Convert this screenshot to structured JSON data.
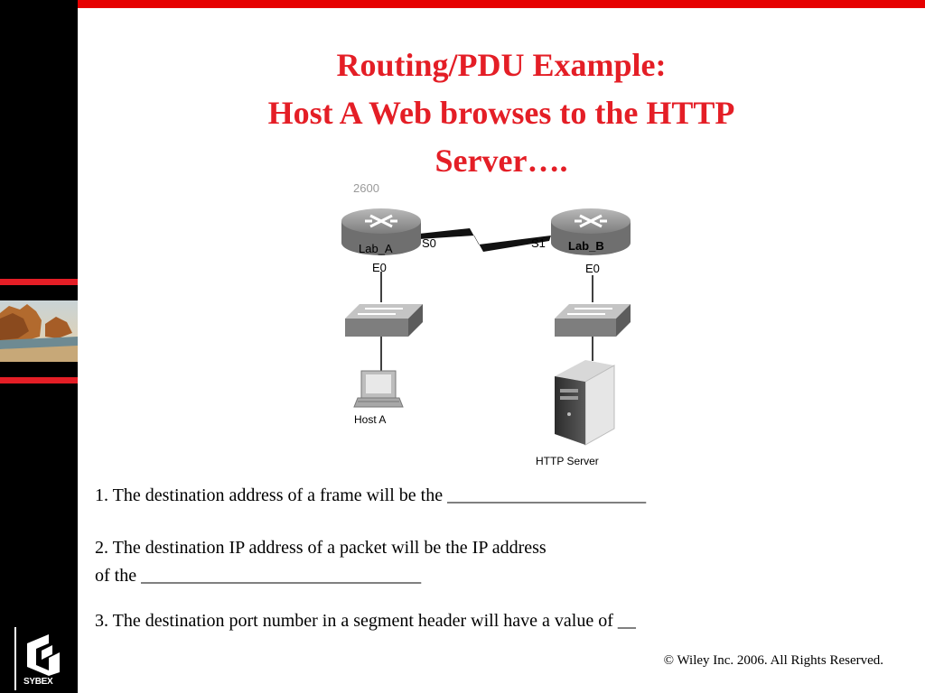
{
  "title": {
    "line1": "Routing/PDU Example:",
    "line2": "Host A Web browses to the HTTP",
    "line3": "Server…."
  },
  "diagram": {
    "model_label": "2600",
    "router_a": {
      "name": "Lab_A",
      "serial_port": "S0",
      "ethernet_port": "E0"
    },
    "router_b": {
      "name": "Lab_B",
      "serial_port": "S1",
      "ethernet_port": "E0"
    },
    "host_label": "Host A",
    "server_label": "HTTP Server"
  },
  "questions": {
    "q1": "1. The destination address of a frame will be the ______________________",
    "q2_line1": "2. The destination IP address of a packet will be the IP address",
    "q2_line2": "of the _______________________________",
    "q3": "3. The destination port number in a segment header will have a value of __"
  },
  "footer": {
    "copyright": "© Wiley Inc. 2006. All Rights Reserved."
  },
  "logo": {
    "text": "SYBEX"
  },
  "colors": {
    "accent_red": "#e41e26",
    "sidebar": "#000000"
  }
}
